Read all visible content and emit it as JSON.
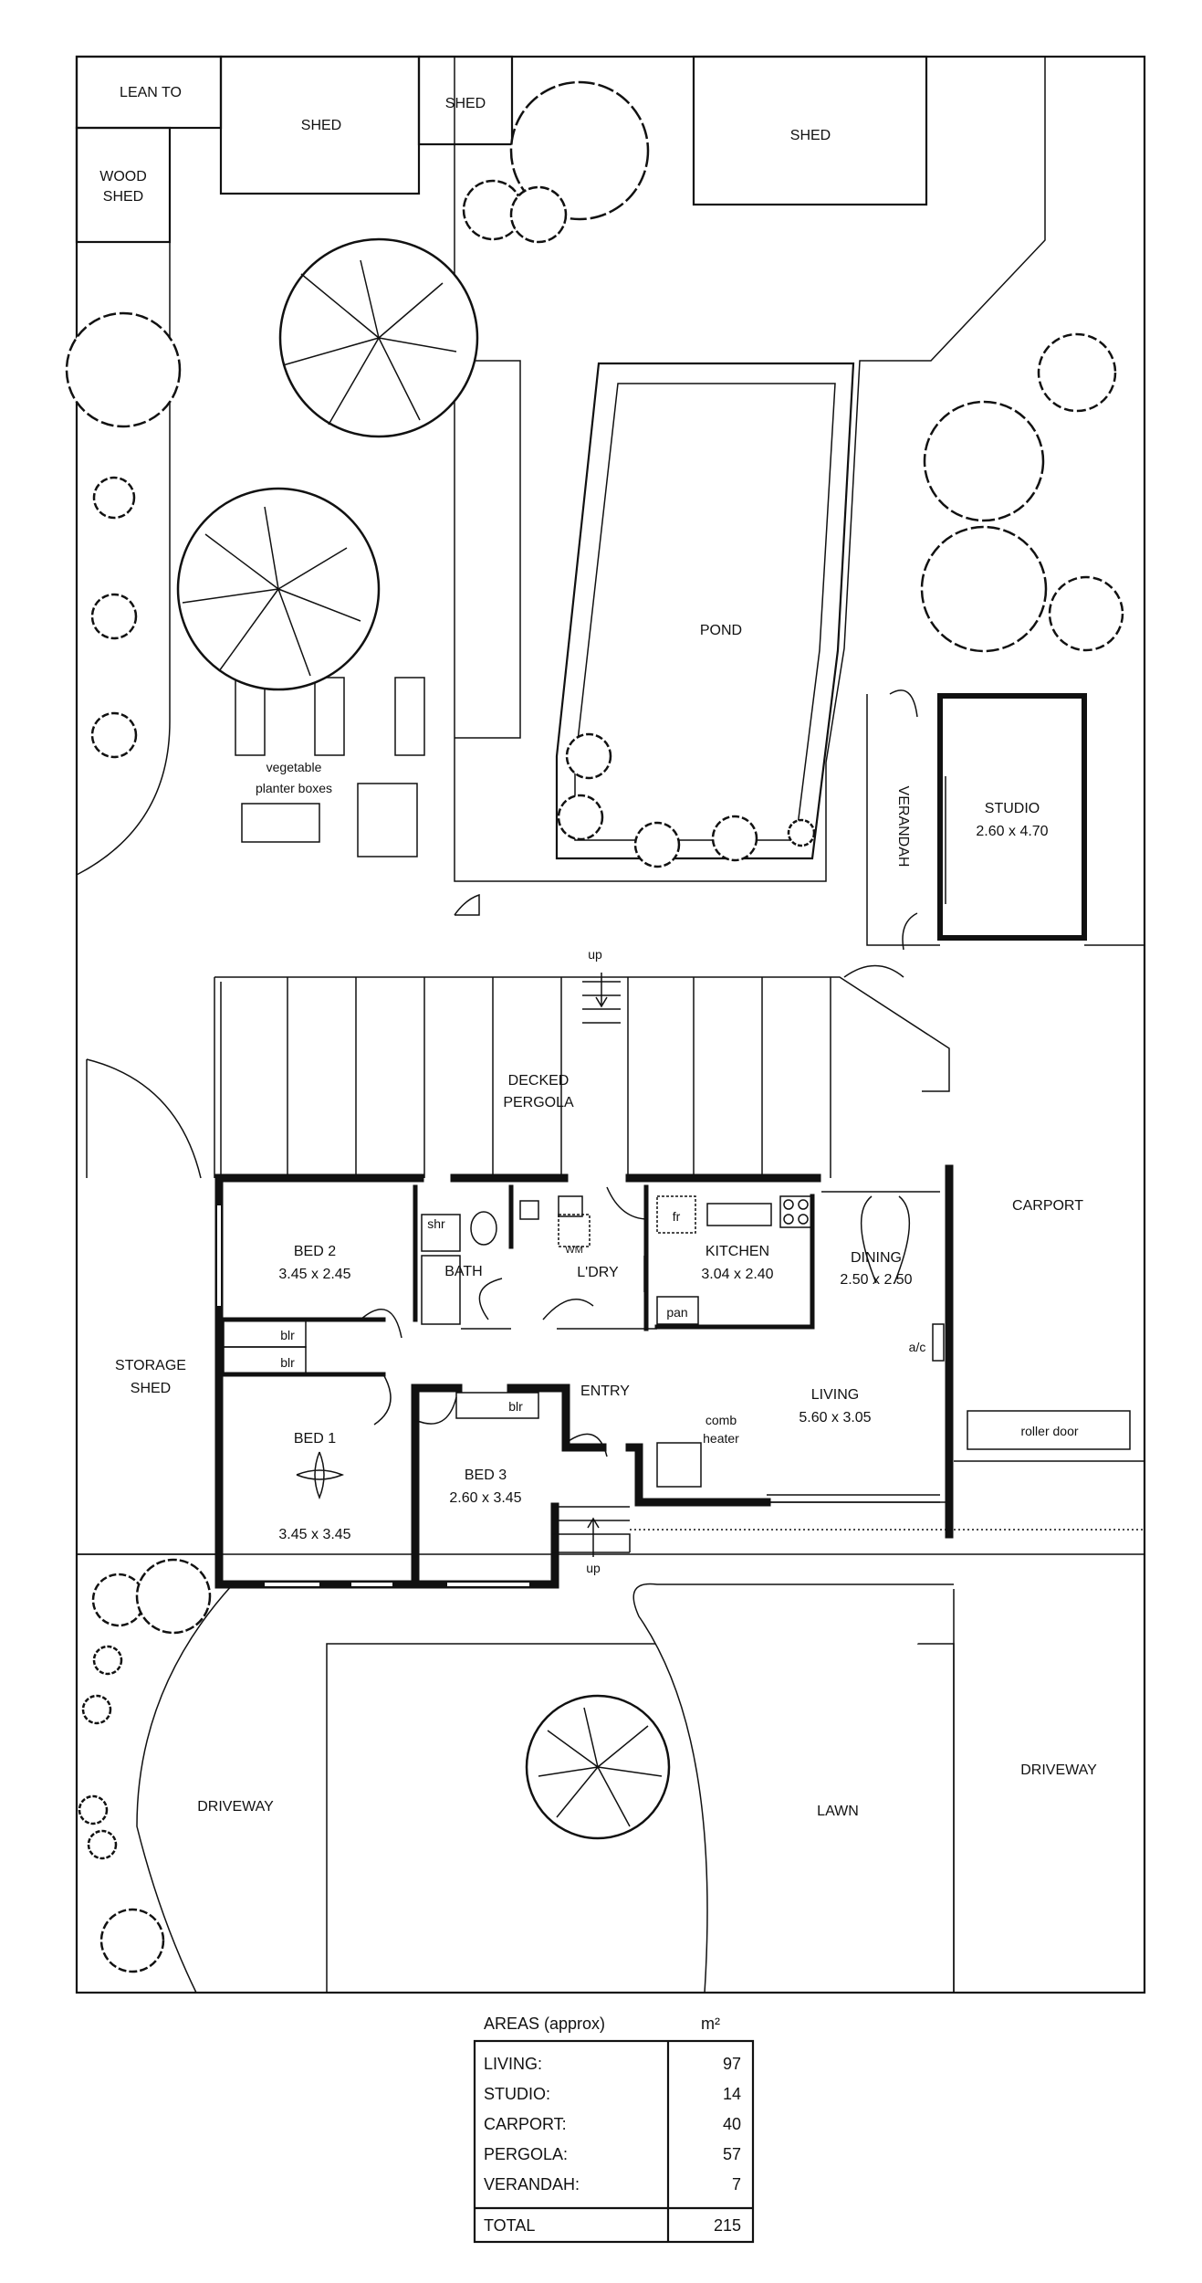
{
  "labels": {
    "lean_to": "LEAN TO",
    "shed_1": "SHED",
    "shed_2": "SHED",
    "shed_3": "SHED",
    "wood_shed_1": "WOOD",
    "wood_shed_2": "SHED",
    "veg_1": "vegetable",
    "veg_2": "planter boxes",
    "pond": "POND",
    "verandah": "VERANDAH",
    "studio": "STUDIO",
    "studio_dim": "2.60 x 4.70",
    "up_top": "up",
    "decked_1": "DECKED",
    "decked_2": "PERGOLA",
    "carport": "CARPORT",
    "bed2": "BED 2",
    "bed2_dim": "3.45 x 2.45",
    "shr": "shr",
    "bath": "BATH",
    "wm": "WM",
    "ldry": "L'DRY",
    "fr": "fr",
    "kitchen": "KITCHEN",
    "kitchen_dim": "3.04 x 2.40",
    "pan": "pan",
    "dining": "DINING",
    "dining_dim": "2.50 x 2.50",
    "storage_1": "STORAGE",
    "storage_2": "SHED",
    "blr_1": "blr",
    "blr_2": "blr",
    "blr_3": "blr",
    "entry": "ENTRY",
    "living": "LIVING",
    "living_dim": "5.60 x 3.05",
    "ac": "a/c",
    "comb_1": "comb",
    "comb_2": "heater",
    "roller": "roller door",
    "bed1": "BED 1",
    "bed1_dim": "3.45 x 3.45",
    "bed3": "BED 3",
    "bed3_dim": "2.60 x 3.45",
    "up_bottom": "up",
    "driveway_left": "DRIVEWAY",
    "lawn": "LAWN",
    "driveway_right": "DRIVEWAY"
  },
  "areas_table": {
    "title": "AREAS (approx)",
    "unit": "m²",
    "rows": [
      {
        "label": "LIVING:",
        "value": "97"
      },
      {
        "label": "STUDIO:",
        "value": "14"
      },
      {
        "label": "CARPORT:",
        "value": "40"
      },
      {
        "label": "PERGOLA:",
        "value": "57"
      },
      {
        "label": "VERANDAH:",
        "value": "7"
      }
    ],
    "total_label": "TOTAL",
    "total_value": "215"
  }
}
